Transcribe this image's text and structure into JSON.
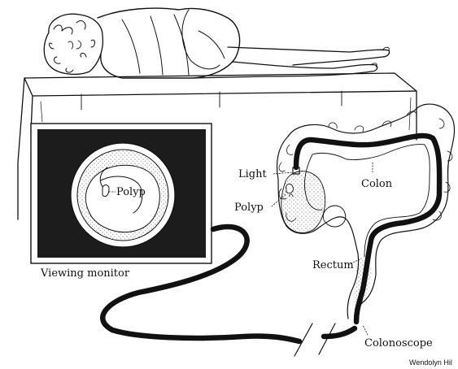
{
  "labels": {
    "viewing_monitor": "Viewing monitor",
    "polyp_on_screen": "Polyp",
    "light": "Light",
    "polyp": "Polyp",
    "colon": "Colon",
    "rectum": "Rectum",
    "colonoscope": "Colonoscope"
  },
  "credit": "Wendolyn Hil",
  "colors": {
    "ink": "#111111",
    "monitor_frame": "#1c1c1c",
    "background": "#ffffff"
  }
}
